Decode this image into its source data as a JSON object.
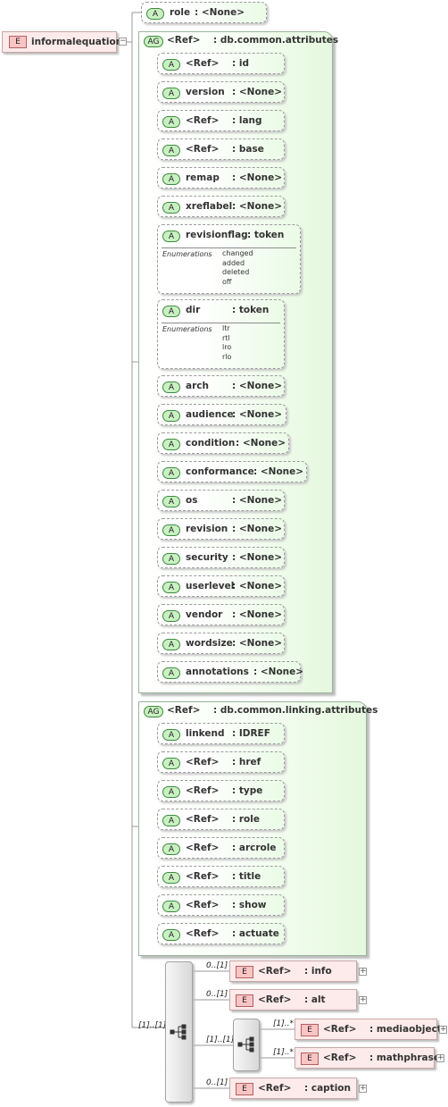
{
  "root": {
    "badge": "E",
    "name": "informalequation"
  },
  "role_attr": {
    "badge": "A",
    "name": "role",
    "type": ": <None>"
  },
  "group1": {
    "badge": "AG",
    "ref": "<Ref>",
    "name": ": db.common.attributes",
    "attrs": [
      {
        "name": "<Ref>",
        "type": ": id"
      },
      {
        "name": "version",
        "type": ": <None>"
      },
      {
        "name": "<Ref>",
        "type": ": lang"
      },
      {
        "name": "<Ref>",
        "type": ": base"
      },
      {
        "name": "remap",
        "type": ": <None>"
      },
      {
        "name": "xreflabel",
        "type": ": <None>"
      },
      {
        "name": "revisionflag",
        "type": ": token",
        "enum_header": "Enumerations",
        "enums": [
          "changed",
          "added",
          "deleted",
          "off"
        ]
      },
      {
        "name": "dir",
        "type": ": token",
        "enum_header": "Enumerations",
        "enums": [
          "ltr",
          "rtl",
          "lro",
          "rlo"
        ]
      },
      {
        "name": "arch",
        "type": ": <None>"
      },
      {
        "name": "audience",
        "type": ": <None>"
      },
      {
        "name": "condition",
        "type": ": <None>"
      },
      {
        "name": "conformance",
        "type": ": <None>"
      },
      {
        "name": "os",
        "type": ": <None>"
      },
      {
        "name": "revision",
        "type": ": <None>"
      },
      {
        "name": "security",
        "type": ": <None>"
      },
      {
        "name": "userlevel",
        "type": ": <None>"
      },
      {
        "name": "vendor",
        "type": ": <None>"
      },
      {
        "name": "wordsize",
        "type": ": <None>"
      },
      {
        "name": "annotations",
        "type": ": <None>"
      }
    ]
  },
  "group2": {
    "badge": "AG",
    "ref": "<Ref>",
    "name": ": db.common.linking.attributes",
    "attrs": [
      {
        "name": "linkend",
        "type": ": IDREF"
      },
      {
        "name": "<Ref>",
        "type": ": href"
      },
      {
        "name": "<Ref>",
        "type": ": type"
      },
      {
        "name": "<Ref>",
        "type": ": role"
      },
      {
        "name": "<Ref>",
        "type": ": arcrole"
      },
      {
        "name": "<Ref>",
        "type": ": title"
      },
      {
        "name": "<Ref>",
        "type": ": show"
      },
      {
        "name": "<Ref>",
        "type": ": actuate"
      }
    ]
  },
  "sequence": {
    "cardinality": "[1]..[1]",
    "children": [
      {
        "badge": "E",
        "ref": "<Ref>",
        "name": ": info",
        "cardinality": "0..[1]"
      },
      {
        "badge": "E",
        "ref": "<Ref>",
        "name": ": alt",
        "cardinality": "0..[1]"
      },
      {
        "badge": "E",
        "ref": "<Ref>",
        "name": ": caption",
        "cardinality": "0..[1]"
      }
    ],
    "nested": {
      "cardinality": "[1]..[1]",
      "children": [
        {
          "badge": "E",
          "ref": "<Ref>",
          "name": ": mediaobject",
          "cardinality": "[1]..*"
        },
        {
          "badge": "E",
          "ref": "<Ref>",
          "name": ": mathphrase",
          "cardinality": "[1]..*"
        }
      ]
    }
  },
  "symbols": {
    "collapse": "−",
    "expand": "+"
  },
  "colors": {
    "element_fill": "#fdeaea",
    "attribute_fill": "#eafbe6",
    "badge_green": "#c9f0c2",
    "badge_red": "#f8c4c4"
  }
}
